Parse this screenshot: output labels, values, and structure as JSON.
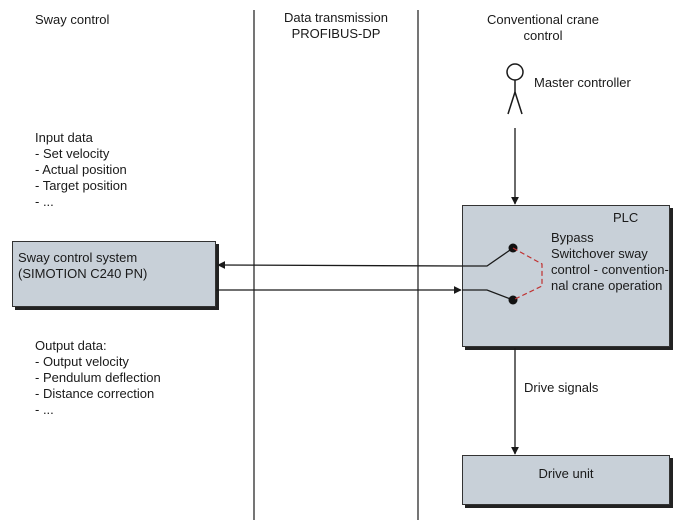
{
  "columns": {
    "left": "Sway control",
    "middle": [
      "Data transmission",
      "PROFIBUS-DP"
    ],
    "right": [
      "Conventional crane",
      "control"
    ]
  },
  "master_controller": "Master controller",
  "input_data": [
    "Input data",
    "- Set velocity",
    "- Actual position",
    "- Target position",
    "- ..."
  ],
  "sway_system": [
    "Sway control system",
    "(SIMOTION C240 PN)"
  ],
  "output_data": [
    "Output data:",
    "- Output velocity",
    "- Pendulum deflection",
    "- Distance correction",
    "- ..."
  ],
  "plc": {
    "title": "PLC",
    "bypass": [
      "Bypass",
      "Switchover sway",
      "control - convention-",
      "nal crane operation"
    ]
  },
  "drive_signals": "Drive signals",
  "drive_unit": "Drive unit",
  "colors": {
    "box_fill": "#c8d0d8",
    "line": "#1a1a1a",
    "dashed": "#c03030"
  }
}
